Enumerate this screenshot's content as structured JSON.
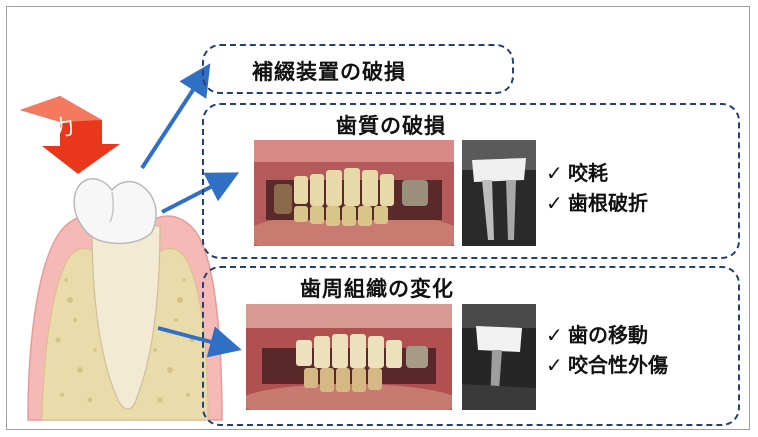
{
  "force_label": "力",
  "boxes": {
    "prosthesis": {
      "title": "補綴装置の破損"
    },
    "tooth": {
      "title": "歯質の破損",
      "items": [
        "咬耗",
        "歯根破折"
      ]
    },
    "periodontal": {
      "title": "歯周組織の変化",
      "items": [
        "歯の移動",
        "咬合性外傷"
      ]
    }
  },
  "check_symbol": "✓",
  "colors": {
    "dashed_border": "#23407a",
    "arrow": "#2f6fc4",
    "force_arrow": "#e8371a",
    "gum": "#f2b3b3",
    "bone": "#e7d9a6"
  }
}
